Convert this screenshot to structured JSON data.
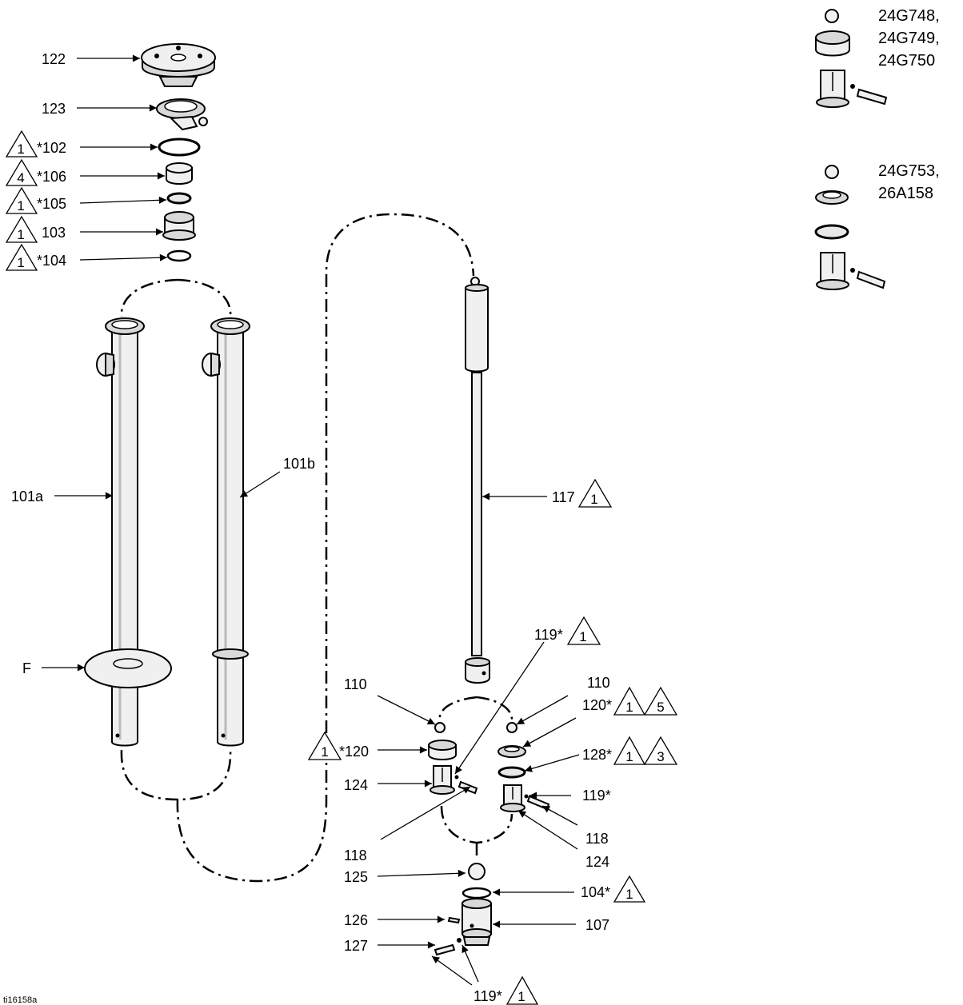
{
  "figure_id": "ti16158a",
  "notes": {
    "kit_a": [
      "24G748,",
      "24G749,",
      "24G750"
    ],
    "kit_b": [
      "24G753,",
      "26A158"
    ]
  },
  "callouts": {
    "c122": {
      "text": "122",
      "notes": []
    },
    "c123": {
      "text": "123",
      "notes": []
    },
    "c102": {
      "text": "*102",
      "notes": [
        "1"
      ]
    },
    "c106": {
      "text": "*106",
      "notes": [
        "4"
      ]
    },
    "c105": {
      "text": "*105",
      "notes": [
        "1"
      ]
    },
    "c103": {
      "text": "103",
      "notes": [
        "1"
      ]
    },
    "c104top": {
      "text": "*104",
      "notes": [
        "1"
      ]
    },
    "c101a": {
      "text": "101a",
      "notes": []
    },
    "c101b": {
      "text": "101b",
      "notes": []
    },
    "cF": {
      "text": "F",
      "notes": []
    },
    "c117": {
      "text": "117",
      "notes": [
        "1"
      ]
    },
    "c119top": {
      "text": "119*",
      "notes": [
        "1"
      ]
    },
    "c110left": {
      "text": "110",
      "notes": []
    },
    "c110right": {
      "text": "110",
      "notes": []
    },
    "c120right": {
      "text": "120*",
      "notes": [
        "1",
        "5"
      ]
    },
    "c120left": {
      "text": "*120",
      "notes": [
        "1"
      ]
    },
    "c128": {
      "text": "128*",
      "notes": [
        "1",
        "3"
      ]
    },
    "c124left": {
      "text": "124",
      "notes": []
    },
    "c119right": {
      "text": "119*",
      "notes": []
    },
    "c118left": {
      "text": "118",
      "notes": []
    },
    "c118right": {
      "text": "118",
      "notes": []
    },
    "c124right": {
      "text": "124",
      "notes": []
    },
    "c125": {
      "text": "125",
      "notes": []
    },
    "c104bottom": {
      "text": "104*",
      "notes": [
        "1"
      ]
    },
    "c126": {
      "text": "126",
      "notes": []
    },
    "c107": {
      "text": "107",
      "notes": []
    },
    "c127": {
      "text": "127",
      "notes": []
    },
    "c119bottom": {
      "text": "119*",
      "notes": [
        "1"
      ]
    }
  }
}
